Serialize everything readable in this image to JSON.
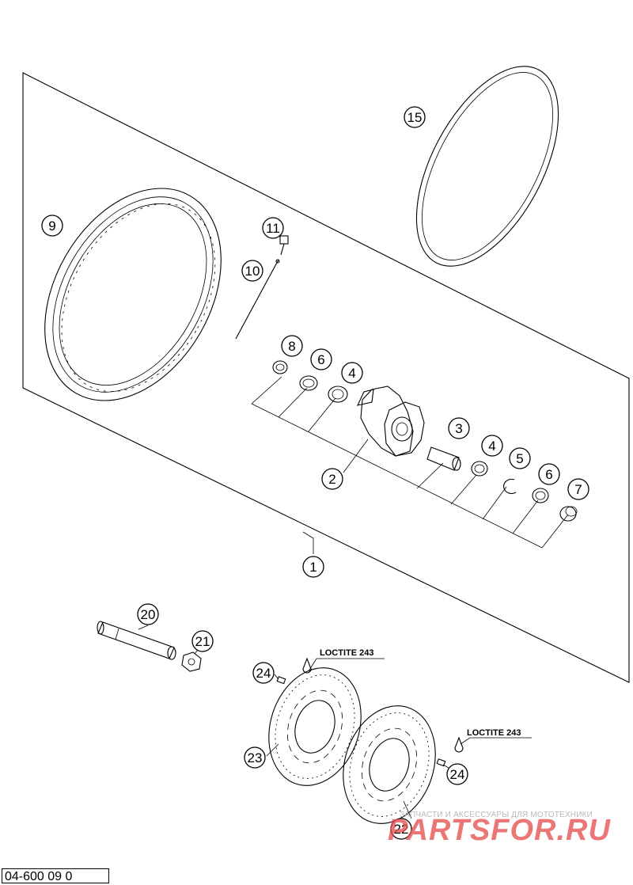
{
  "diagram": {
    "drawing_number": "04-600 09 0",
    "notes": {
      "loctite_1": "LOCTITE 243",
      "loctite_2": "LOCTITE 243"
    },
    "watermark": {
      "tagline": "ЗАПЧАСТИ И АКСЕССУАРЫ ДЛЯ МОТОТЕХНИКИ",
      "brand": "PARTSFOR.RU",
      "color": "#e04848"
    },
    "callouts": [
      "1",
      "2",
      "3",
      "4",
      "5",
      "6",
      "7",
      "8",
      "9",
      "10",
      "11",
      "15",
      "20",
      "21",
      "22",
      "23",
      "24"
    ],
    "callout_labels": {
      "c1": "1",
      "c2": "2",
      "c3": "3",
      "c4a": "4",
      "c4b": "4",
      "c5": "5",
      "c6a": "6",
      "c6b": "6",
      "c7": "7",
      "c8": "8",
      "c9": "9",
      "c10": "10",
      "c11": "11",
      "c15": "15",
      "c20": "20",
      "c21": "21",
      "c22": "22",
      "c23": "23",
      "c24a": "24",
      "c24b": "24"
    }
  }
}
